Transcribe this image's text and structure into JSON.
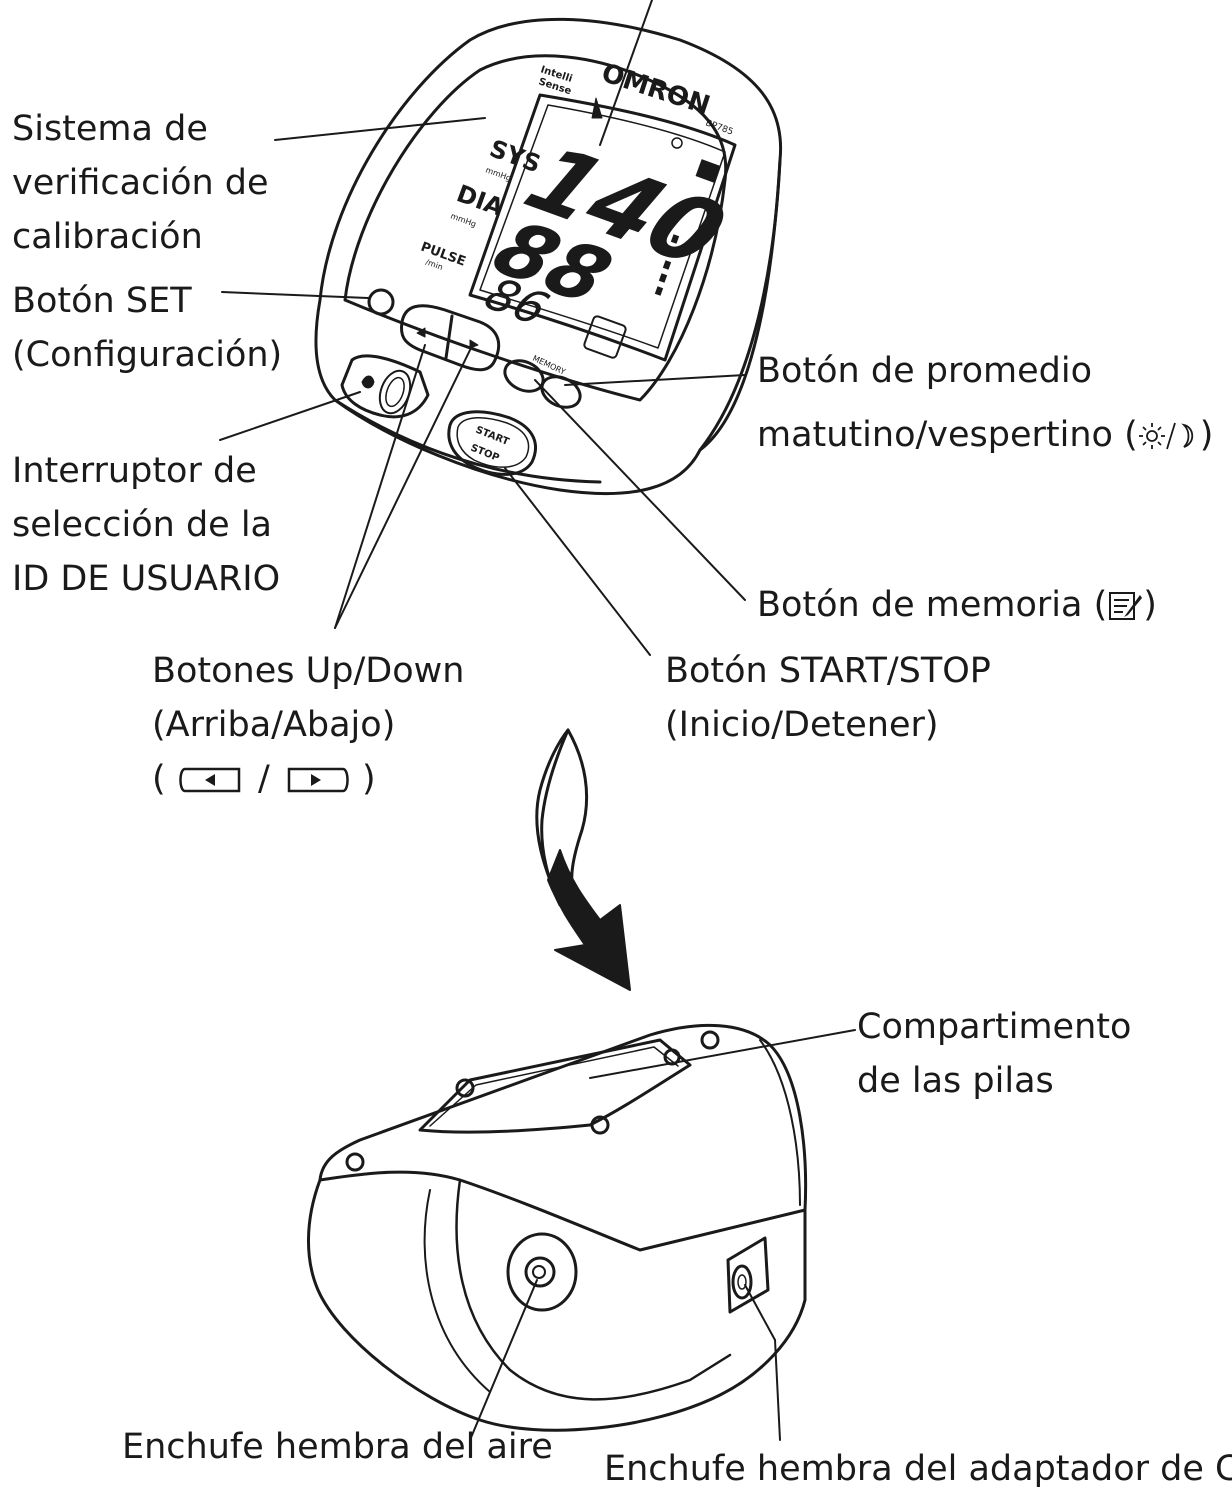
{
  "device": {
    "brand": "OMRON",
    "model": "BP785",
    "logo_text": [
      "Intelli",
      "Sense"
    ],
    "panel": {
      "sys_label": "SYS",
      "sys_unit": "mmHg",
      "dia_label": "DIA",
      "dia_unit": "mmHg",
      "pulse_label": "PULSE",
      "pulse_unit": "/min",
      "memory_label": "MEMORY",
      "start_label": "START",
      "stop_label": "STOP"
    },
    "display": {
      "sys": "140",
      "dia": "88",
      "pulse": "86"
    }
  },
  "labels": {
    "calibration": [
      "Sistema de",
      "verificación de",
      "calibración"
    ],
    "set_button": [
      "Botón SET",
      "(Configuración)"
    ],
    "user_id": [
      "Interruptor de",
      "selección de la",
      "ID DE USUARIO"
    ],
    "up_down": [
      "Botones Up/Down",
      "(Arriba/Abajo)"
    ],
    "up_down_symbols": {
      "open": "(",
      "sep": "/",
      "close": ")"
    },
    "average": [
      "Botón de promedio",
      "matutino/vespertino ("
    ],
    "average_close": ")",
    "memory": "Botón de memoria (",
    "memory_close": ")",
    "start_stop": [
      "Botón START/STOP",
      "(Inicio/Detener)"
    ],
    "battery": [
      "Compartimento",
      "de las pilas"
    ],
    "air_jack": "Enchufe hembra del aire",
    "ac_jack": "Enchufe hembra del adaptador de CA"
  },
  "icons": [
    "sun-moon-icon",
    "memory-note-icon",
    "left-arrow-key-icon",
    "right-arrow-key-icon",
    "curved-arrow-icon"
  ]
}
